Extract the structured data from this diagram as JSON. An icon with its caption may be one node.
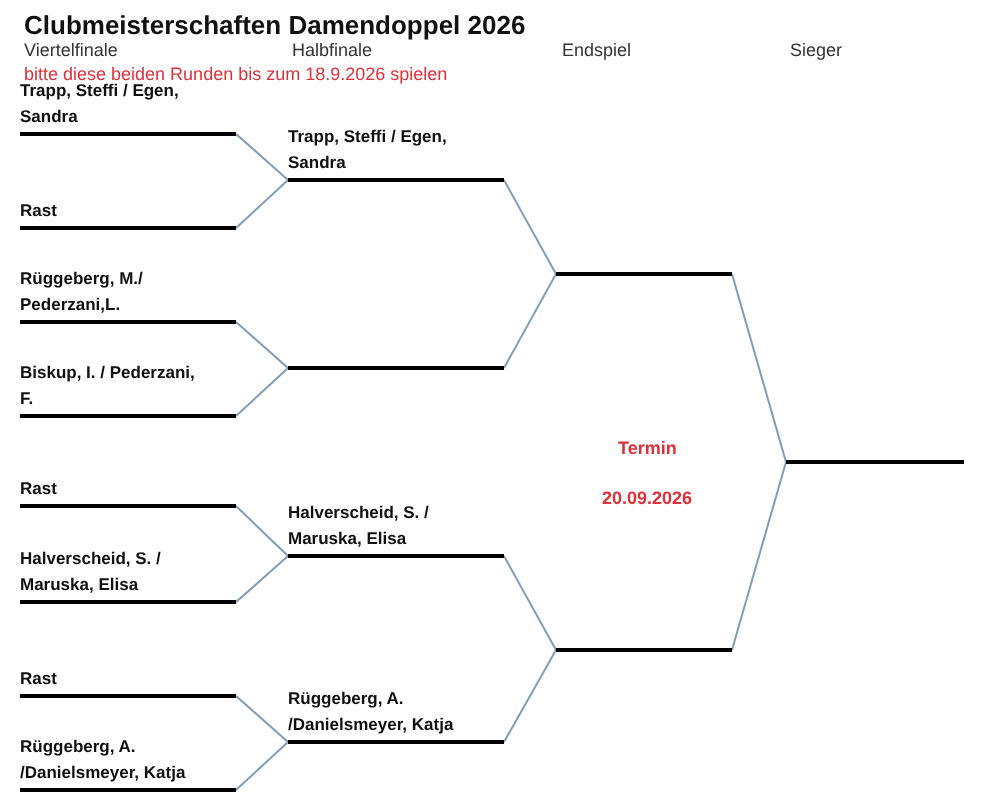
{
  "diagram": {
    "title": "Clubmeisterschaften Damendoppel 2026",
    "nodes": [
      {
        "text": [
          "Trapp, Steffi / Egen, Sandra"
        ]
      },
      {
        "text": [
          "Rast"
        ]
      },
      {
        "text": [
          "Rüggeberg, M./ Pederzani,L."
        ]
      },
      {
        "text": [
          "Biskup, I. / Pederzani, F."
        ]
      },
      {
        "text": [
          "Rast"
        ]
      },
      {
        "text": [
          "Halverscheid, S. / Maruska, Elisa"
        ]
      },
      {
        "text": [
          "Rast"
        ]
      },
      {
        "text": [
          "Rüggeberg, A. /Danielsmeyer, Katja"
        ]
      },
      {
        "text": [
          "Trapp, Steffi / Egen, Sandra"
        ]
      },
      {
        "text": [],
        "shape": "bar"
      },
      {
        "text": [
          "Halverscheid, S. / Maruska, Elisa"
        ]
      },
      {
        "text": [
          "Rüggeberg, A. /Danielsmeyer, Katja"
        ]
      },
      {
        "text": [],
        "shape": "bar"
      },
      {
        "text": [],
        "shape": "bar"
      },
      {
        "text": [],
        "shape": "bar"
      }
    ],
    "edges": [
      {
        "from": 0,
        "to": 8,
        "arrow": "none"
      },
      {
        "from": 1,
        "to": 8,
        "arrow": "none"
      },
      {
        "from": 2,
        "to": 9,
        "arrow": "none"
      },
      {
        "from": 3,
        "to": 9,
        "arrow": "none"
      },
      {
        "from": 4,
        "to": 10,
        "arrow": "none"
      },
      {
        "from": 5,
        "to": 10,
        "arrow": "none"
      },
      {
        "from": 6,
        "to": 11,
        "arrow": "none"
      },
      {
        "from": 7,
        "to": 11,
        "arrow": "none"
      },
      {
        "from": 8,
        "to": 12,
        "arrow": "none"
      },
      {
        "from": 9,
        "to": 12,
        "arrow": "none"
      },
      {
        "from": 10,
        "to": 13,
        "arrow": "none"
      },
      {
        "from": 11,
        "to": 13,
        "arrow": "none"
      },
      {
        "from": 12,
        "to": 14,
        "arrow": "none"
      },
      {
        "from": 13,
        "to": 14,
        "arrow": "none"
      }
    ],
    "labels": [
      "Viertelfinale",
      "Halbfinale",
      "Endspiel",
      "Sieger",
      "bitte diese beiden Runden bis zum 18.9.2026 spielen",
      "Termin",
      "20.09.2026"
    ]
  }
}
